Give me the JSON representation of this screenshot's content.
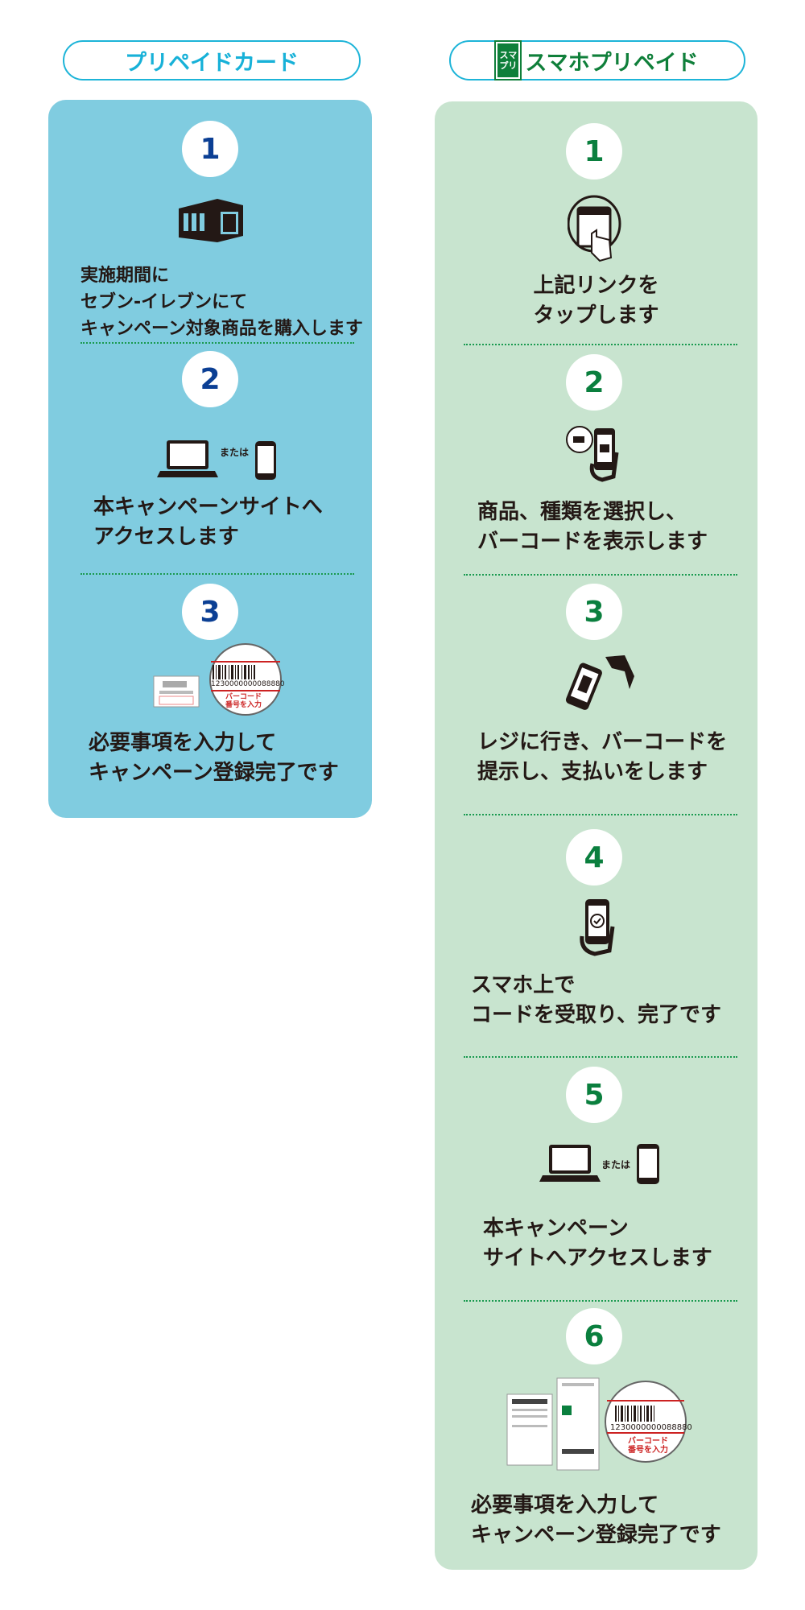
{
  "headers": {
    "prepaid_card": "プリペイドカード",
    "smapri": "スマホプリペイド",
    "smapri_logo": "スマプリ"
  },
  "colors": {
    "left_panel": "#80cce0",
    "right_panel": "#c8e4cf",
    "blue_number": "#0b3f94",
    "green_number": "#0a7f3e"
  },
  "left_steps": [
    {
      "num": "1",
      "text": "実施期間に\nセブン‐イレブンにて\nキャンペーン対象商品を購入します"
    },
    {
      "num": "2",
      "text": "本キャンペーンサイトへ\nアクセスします",
      "or": "または"
    },
    {
      "num": "3",
      "text": "必要事項を入力して\nキャンペーン登録完了です",
      "barcode_number": "1230000000088880",
      "barcode_label": "バーコード\n番号を入力"
    }
  ],
  "right_steps": [
    {
      "num": "1",
      "text": "上記リンクを\nタップします"
    },
    {
      "num": "2",
      "text": "商品、種類を選択し、\nバーコードを表示します"
    },
    {
      "num": "3",
      "text": "レジに行き、バーコードを\n提示し、支払いをします"
    },
    {
      "num": "4",
      "text": "スマホ上で\nコードを受取り、完了です"
    },
    {
      "num": "5",
      "text": "本キャンペーン\nサイトへアクセスします",
      "or": "または"
    },
    {
      "num": "6",
      "text": "必要事項を入力して\nキャンペーン登録完了です",
      "barcode_number": "1230000000088880",
      "barcode_label": "バーコード\n番号を入力"
    }
  ]
}
